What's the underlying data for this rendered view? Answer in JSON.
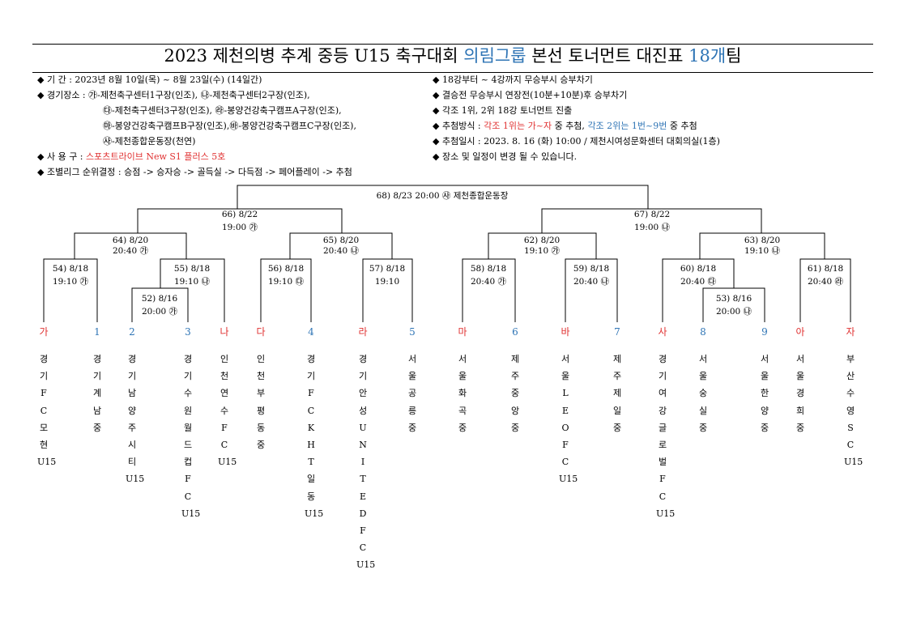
{
  "title": {
    "part1": "2023 제천의병 추계 중등 U15 축구대회 ",
    "part2": "의림그룹",
    "part3": " 본선 토너먼트 대진표 ",
    "part4": "18개",
    "part5": "팀"
  },
  "info_left": [
    {
      "text": "◆ 기    간 : 2023년 8월 10일(목) ~ 8월 23일(수) (14일간)"
    },
    {
      "text": "◆ 경기장소 : ㉮-제천축구센터1구장(인조), ㉯-제천축구센터2구장(인조),"
    },
    {
      "text": "㉰-제천축구센터3구장(인조), ㉱-봉양건강축구캠프A구장(인조),"
    },
    {
      "text": "㉲-봉양건강축구캠프B구장(인조),㉳-봉양건강축구캠프C구장(인조),"
    },
    {
      "text": "㉴-제천종합운동장(천연)"
    },
    {
      "text": "◆ 사 용 구 : ",
      "red": "스포츠트라이브 New S1 플러스 5호"
    },
    {
      "text": "◆ 조별리그 순위결정 : 승점 -> 승자승 -> 골득실 -> 다득점 -> 페어플레이 -> 추첨"
    }
  ],
  "info_right": [
    {
      "text": "◆ 18강부터 ~ 4강까지 무승부시 승부차기"
    },
    {
      "text": "◆ 결승전 무승부시 연장전(10분+10분)후 승부차기"
    },
    {
      "text": "◆ 각조 1위, 2위 18강 토너먼트 진출"
    },
    {
      "text": "◆ 추첨방식 : ",
      "red": "각조 1위는 가~자",
      "mid": " 중 추첨, ",
      "blue": "각조 2위는 1번~9번",
      "tail": " 중 추첨"
    },
    {
      "text": "◆ 추첨일시 : 2023. 8. 16 (화) 10:00 / 제천시여성문화센터 대회의실(1층)"
    },
    {
      "text": "◆ 장소 및 일정이 변경 될 수 있습니다."
    }
  ],
  "matches": {
    "m68": {
      "l1": "68) 8/23 20:00 ㉴ 제천종합운동장"
    },
    "m66": {
      "l1": "66) 8/22",
      "l2": "19:00 ㉮"
    },
    "m67": {
      "l1": "67) 8/22",
      "l2": "19:00 ㉯"
    },
    "m64": {
      "l1": "64) 8/20",
      "l2": "20:40 ㉮"
    },
    "m65": {
      "l1": "65) 8/20",
      "l2": "20:40 ㉯"
    },
    "m62": {
      "l1": "62) 8/20",
      "l2": "19:10 ㉮"
    },
    "m63": {
      "l1": "63) 8/20",
      "l2": "19:10 ㉯"
    },
    "m54": {
      "l1": "54) 8/18",
      "l2": "19:10 ㉮"
    },
    "m55": {
      "l1": "55) 8/18",
      "l2": "19:10 ㉯"
    },
    "m56": {
      "l1": "56) 8/18",
      "l2": "19:10 ㉰"
    },
    "m57": {
      "l1": "57) 8/18",
      "l2": "19:10"
    },
    "m58": {
      "l1": "58) 8/18",
      "l2": "20:40 ㉮"
    },
    "m59": {
      "l1": "59) 8/18",
      "l2": "20:40 ㉯"
    },
    "m60": {
      "l1": "60) 8/18",
      "l2": "20:40 ㉰"
    },
    "m61": {
      "l1": "61) 8/18",
      "l2": "20:40 ㉱"
    },
    "m52": {
      "l1": "52) 8/16",
      "l2": "20:00 ㉮"
    },
    "m53": {
      "l1": "53) 8/16",
      "l2": "20:00 ㉯"
    }
  },
  "slots": [
    {
      "seed": "가",
      "color": "#e03131",
      "team": "경기FC모현U15"
    },
    {
      "seed": "1",
      "color": "#2e74b5",
      "team": "경기계남중"
    },
    {
      "seed": "2",
      "color": "#2e74b5",
      "team": "경기남양주시티U15"
    },
    {
      "seed": "3",
      "color": "#2e74b5",
      "team": "경기수원월드컵FCU15"
    },
    {
      "seed": "나",
      "color": "#e03131",
      "team": "인천연수FCU15"
    },
    {
      "seed": "다",
      "color": "#e03131",
      "team": "인천부평동중"
    },
    {
      "seed": "4",
      "color": "#2e74b5",
      "team": "경기FCKHT일동U15"
    },
    {
      "seed": "라",
      "color": "#e03131",
      "team": "경기안성UNITEDFCU15"
    },
    {
      "seed": "5",
      "color": "#2e74b5",
      "team": "서울공릉중"
    },
    {
      "seed": "마",
      "color": "#e03131",
      "team": "서울화곡중"
    },
    {
      "seed": "6",
      "color": "#2e74b5",
      "team": "제주중앙중"
    },
    {
      "seed": "바",
      "color": "#e03131",
      "team": "서울LEOFCU15"
    },
    {
      "seed": "7",
      "color": "#2e74b5",
      "team": "제주제일중"
    },
    {
      "seed": "사",
      "color": "#e03131",
      "team": "경기여강글로벌FCU15"
    },
    {
      "seed": "8",
      "color": "#2e74b5",
      "team": "서울숭실중"
    },
    {
      "seed": "9",
      "color": "#2e74b5",
      "team": "서울한양중"
    },
    {
      "seed": "아",
      "color": "#e03131",
      "team": "서울경희중"
    },
    {
      "seed": "자",
      "color": "#e03131",
      "team": "부산수영SCU15"
    }
  ]
}
